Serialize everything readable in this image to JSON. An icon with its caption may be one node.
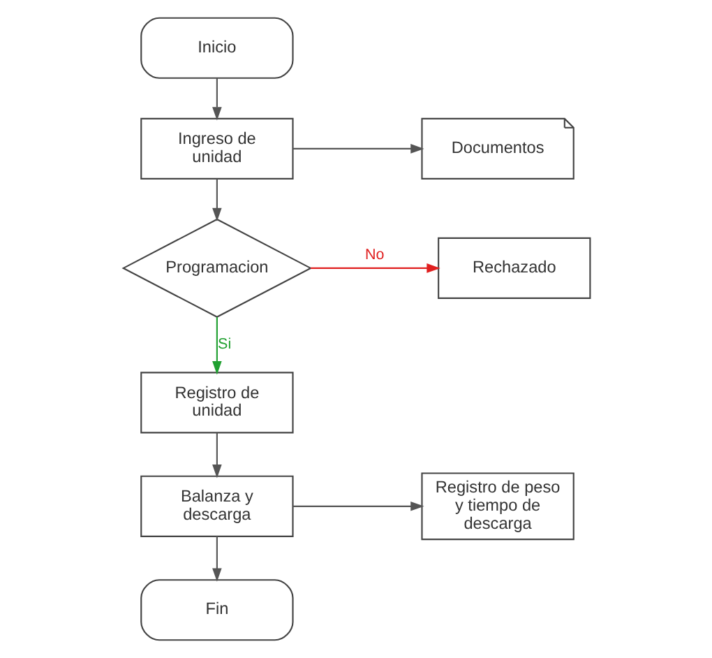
{
  "diagram": {
    "nodes": [
      {
        "text": [
          "Inicio"
        ]
      },
      {
        "text": [
          "Documentos"
        ]
      },
      {
        "text": [
          "Ingreso de unidad"
        ]
      },
      {
        "text": [
          "Programacion"
        ]
      },
      {
        "text": [
          "Rechazado"
        ]
      },
      {
        "text": [
          "Registro de unidad"
        ]
      },
      {
        "text": [
          "Balanza y descarga"
        ]
      },
      {
        "text": [
          "Registro de peso y tiempo de descarga"
        ]
      },
      {
        "text": [
          "Fin"
        ]
      }
    ],
    "edges": [
      {
        "from": 0,
        "to": 2,
        "arrow": "to"
      },
      {
        "from": 2,
        "to": 1,
        "arrow": "to"
      },
      {
        "from": 2,
        "to": 3,
        "arrow": "to"
      },
      {
        "from": 3,
        "to": 4,
        "arrow": "to",
        "label": "No",
        "color": "#e02020"
      },
      {
        "from": 3,
        "to": 5,
        "arrow": "to",
        "label": "Si",
        "color": "#20a030"
      },
      {
        "from": 5,
        "to": 6,
        "arrow": "to"
      },
      {
        "from": 6,
        "to": 7,
        "arrow": "to"
      },
      {
        "from": 6,
        "to": 8,
        "arrow": "to"
      }
    ]
  }
}
